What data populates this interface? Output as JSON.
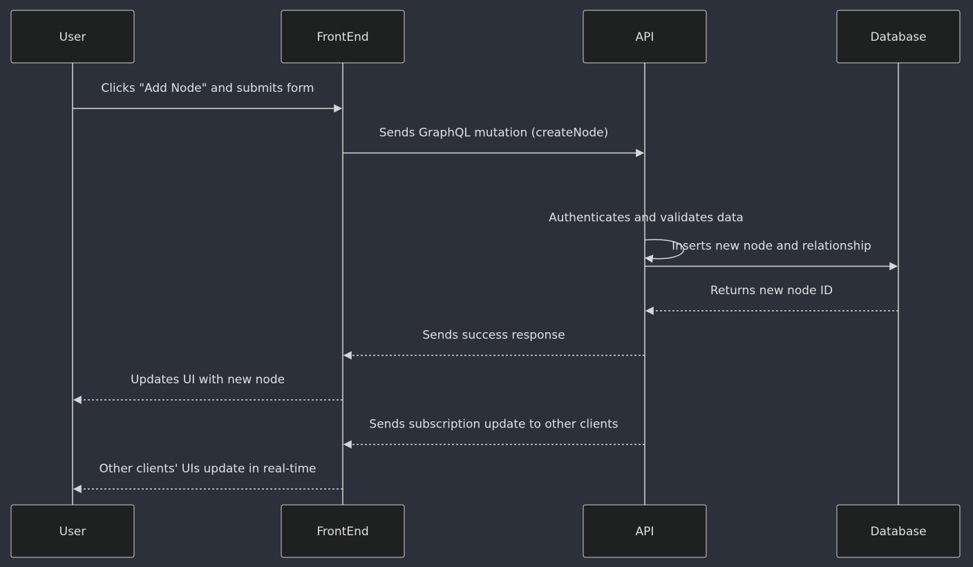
{
  "diagram": {
    "type": "sequence",
    "participants": [
      {
        "id": "user",
        "label": "User"
      },
      {
        "id": "frontend",
        "label": "FrontEnd"
      },
      {
        "id": "api",
        "label": "API"
      },
      {
        "id": "database",
        "label": "Database"
      }
    ],
    "messages": [
      {
        "from": "user",
        "to": "frontend",
        "label": "Clicks \"Add Node\" and submits form",
        "style": "solid"
      },
      {
        "from": "frontend",
        "to": "api",
        "label": "Sends GraphQL mutation (createNode)",
        "style": "solid"
      },
      {
        "from": "api",
        "to": "api",
        "label": "Authenticates and validates data",
        "style": "solid"
      },
      {
        "from": "api",
        "to": "database",
        "label": "Inserts new node and relationship",
        "style": "solid"
      },
      {
        "from": "database",
        "to": "api",
        "label": "Returns new node ID",
        "style": "dashed"
      },
      {
        "from": "api",
        "to": "frontend",
        "label": "Sends success response",
        "style": "dashed"
      },
      {
        "from": "frontend",
        "to": "user",
        "label": "Updates UI with new node",
        "style": "dashed"
      },
      {
        "from": "api",
        "to": "frontend",
        "label": "Sends subscription update to other clients",
        "style": "dashed"
      },
      {
        "from": "frontend",
        "to": "user",
        "label": "Other clients' UIs update in real-time",
        "style": "dashed"
      }
    ]
  },
  "colors": {
    "background": "#2b303b",
    "actor_fill": "#1f2020",
    "line": "#d6d6d6",
    "text": "#e0e0e0"
  }
}
